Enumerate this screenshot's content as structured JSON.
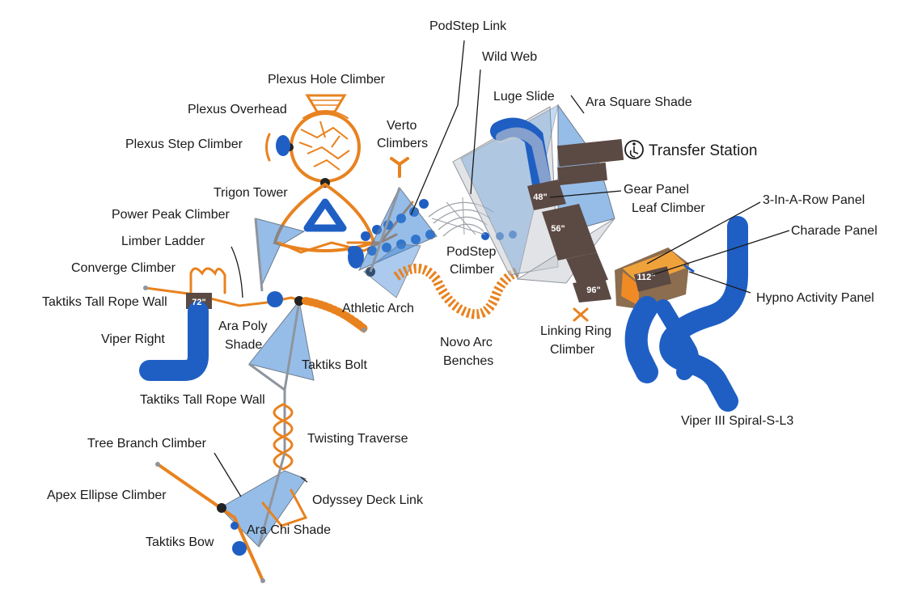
{
  "labels": {
    "podstep_link": "PodStep Link",
    "wild_web": "Wild Web",
    "plexus_hole_climber": "Plexus Hole Climber",
    "plexus_overhead": "Plexus Overhead",
    "luge_slide": "Luge Slide",
    "ara_square_shade": "Ara Square Shade",
    "plexus_step_climber": "Plexus Step Climber",
    "verto_climbers_1": "Verto",
    "verto_climbers_2": "Climbers",
    "transfer_station": "Transfer Station",
    "trigon_tower": "Trigon Tower",
    "gear_panel": "Gear Panel",
    "leaf_climber": "Leaf Climber",
    "three_in_a_row_panel": "3-In-A-Row Panel",
    "power_peak_climber": "Power Peak Climber",
    "charade_panel": "Charade Panel",
    "limber_ladder": "Limber Ladder",
    "podstep_climber_1": "PodStep",
    "podstep_climber_2": "Climber",
    "converge_climber": "Converge Climber",
    "hypno_activity_panel": "Hypno Activity Panel",
    "taktiks_tall_rope_wall_top": "Taktiks Tall Rope Wall",
    "athletic_arch": "Athletic Arch",
    "linking_ring_climber_1": "Linking Ring",
    "linking_ring_climber_2": "Climber",
    "viper_right": "Viper Right",
    "ara_poly_shade_1": "Ara Poly",
    "ara_poly_shade_2": "Shade",
    "novo_arc_benches_1": "Novo Arc",
    "novo_arc_benches_2": "Benches",
    "taktiks_bolt": "Taktiks Bolt",
    "taktiks_tall_rope_wall_bottom": "Taktiks Tall Rope Wall",
    "viper_iii_spiral": "Viper III Spiral-S-L3",
    "twisting_traverse": "Twisting Traverse",
    "tree_branch_climber": "Tree Branch Climber",
    "apex_ellipse_climber": "Apex Ellipse Climber",
    "odyssey_deck_link": "Odyssey Deck Link",
    "ara_chi_shade": "Ara Chi Shade",
    "taktiks_bow": "Taktiks Bow"
  },
  "deck_heights": {
    "d72": "72\"",
    "d48": "48\"",
    "d56": "56\"",
    "d96": "96\"",
    "d112": "112\""
  },
  "icons": {
    "transfer_station": "accessibility-icon"
  },
  "colors": {
    "steel_orange": "#e8821f",
    "component_blue": "#1f5fc4",
    "shade_blue": "#3f86d6",
    "shade_gray": "#c9ccd2",
    "deck_brown": "#5b4943",
    "deck_orange": "#f0a23a"
  }
}
